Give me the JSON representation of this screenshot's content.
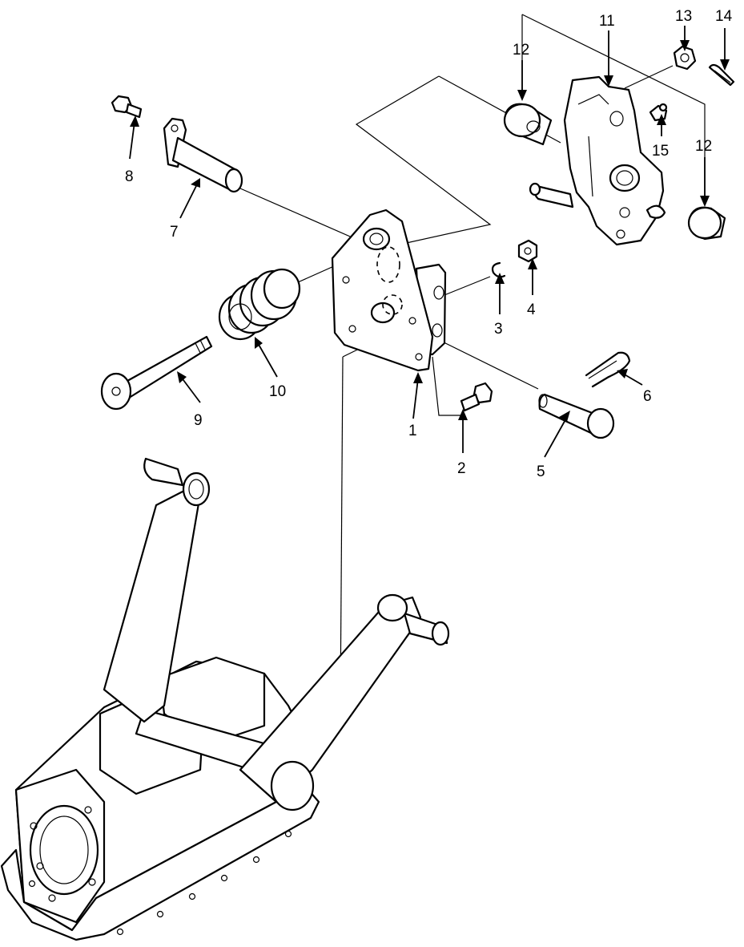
{
  "callouts": [
    {
      "id": "c1",
      "number": "1"
    },
    {
      "id": "c2",
      "number": "2"
    },
    {
      "id": "c3",
      "number": "3"
    },
    {
      "id": "c4",
      "number": "4"
    },
    {
      "id": "c5",
      "number": "5"
    },
    {
      "id": "c6",
      "number": "6"
    },
    {
      "id": "c7",
      "number": "7"
    },
    {
      "id": "c8",
      "number": "8"
    },
    {
      "id": "c9",
      "number": "9"
    },
    {
      "id": "c10",
      "number": "10"
    },
    {
      "id": "c11",
      "number": "11"
    },
    {
      "id": "c12a",
      "number": "12"
    },
    {
      "id": "c12b",
      "number": "12"
    },
    {
      "id": "c13",
      "number": "13"
    },
    {
      "id": "c14",
      "number": "14"
    },
    {
      "id": "c15",
      "number": "15"
    }
  ]
}
